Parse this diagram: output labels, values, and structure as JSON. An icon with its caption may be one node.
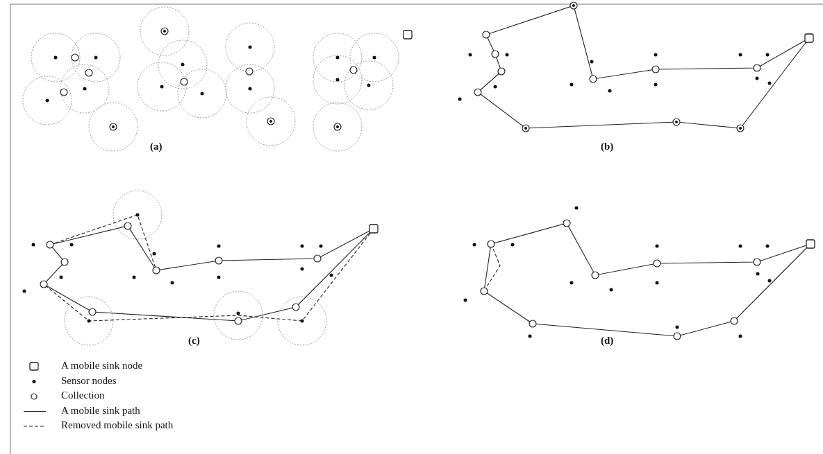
{
  "diagram": {
    "labels": [
      "(a)",
      "(b)",
      "(c)",
      "(d)"
    ],
    "legend": [
      {
        "text": "A mobile sink node"
      },
      {
        "text": "Sensor nodes"
      },
      {
        "text": "Collection"
      },
      {
        "text": "A mobile sink path"
      },
      {
        "text": "Removed mobile sink path"
      }
    ]
  }
}
